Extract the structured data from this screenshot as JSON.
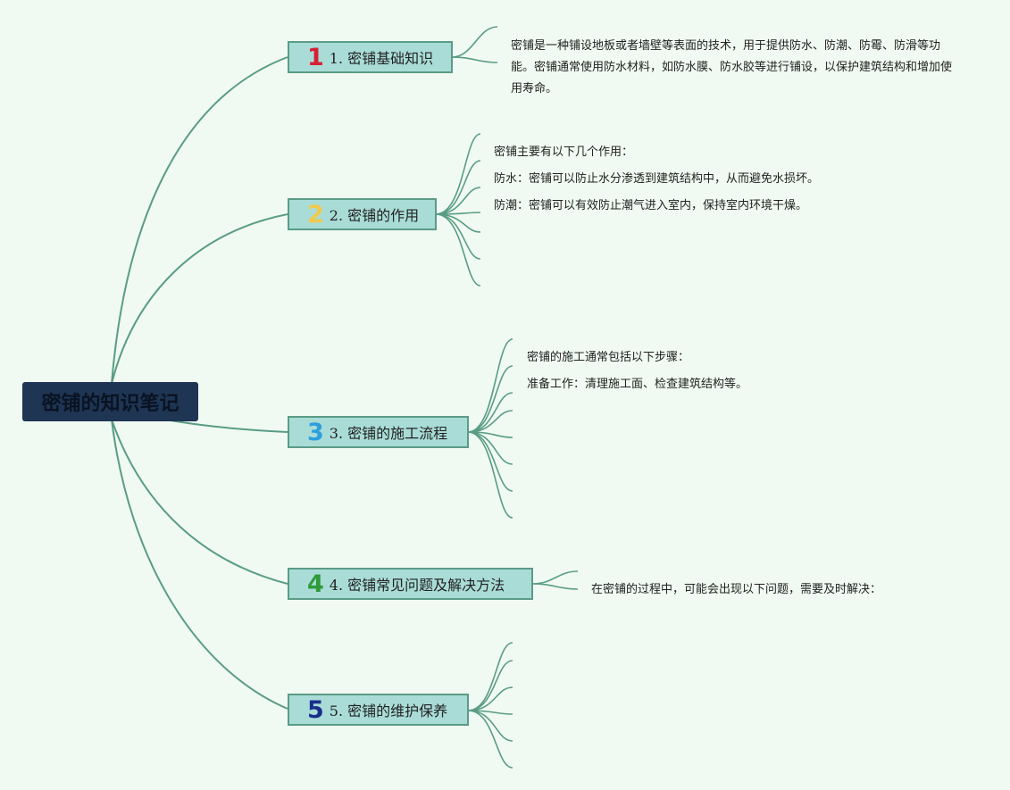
{
  "root": {
    "title": "密铺的知识笔记"
  },
  "topics": [
    {
      "badge": "1",
      "badge_color": "#d62035",
      "label": "1. 密铺基础知识"
    },
    {
      "badge": "2",
      "badge_color": "#f2c94c",
      "label": "2. 密铺的作用"
    },
    {
      "badge": "3",
      "badge_color": "#2e9fdc",
      "label": "3. 密铺的施工流程"
    },
    {
      "badge": "4",
      "badge_color": "#2f9a3a",
      "label": "4. 密铺常见问题及解决方法"
    },
    {
      "badge": "5",
      "badge_color": "#1a2f8c",
      "label": "5. 密铺的维护保养"
    }
  ],
  "notes": {
    "basics": "密铺是一种铺设地板或者墙壁等表面的技术，用于提供防水、防潮、防霉、防滑等功能。密铺通常使用防水材料，如防水膜、防水胶等进行铺设，以保护建筑结构和增加使用寿命。",
    "function": [
      "密铺主要有以下几个作用：",
      "防水：密铺可以防止水分渗透到建筑结构中，从而避免水损坏。",
      "防潮：密铺可以有效防止潮气进入室内，保持室内环境干燥。"
    ],
    "process": [
      "密铺的施工通常包括以下步骤：",
      "准备工作：清理施工面、检查建筑结构等。"
    ],
    "problems": "在密铺的过程中，可能会出现以下问题，需要及时解决："
  },
  "colors": {
    "line": "#5a9c86",
    "root_bg": "#1e3554",
    "topic_bg": "#a9dcd7",
    "background": "#f0faf2"
  }
}
